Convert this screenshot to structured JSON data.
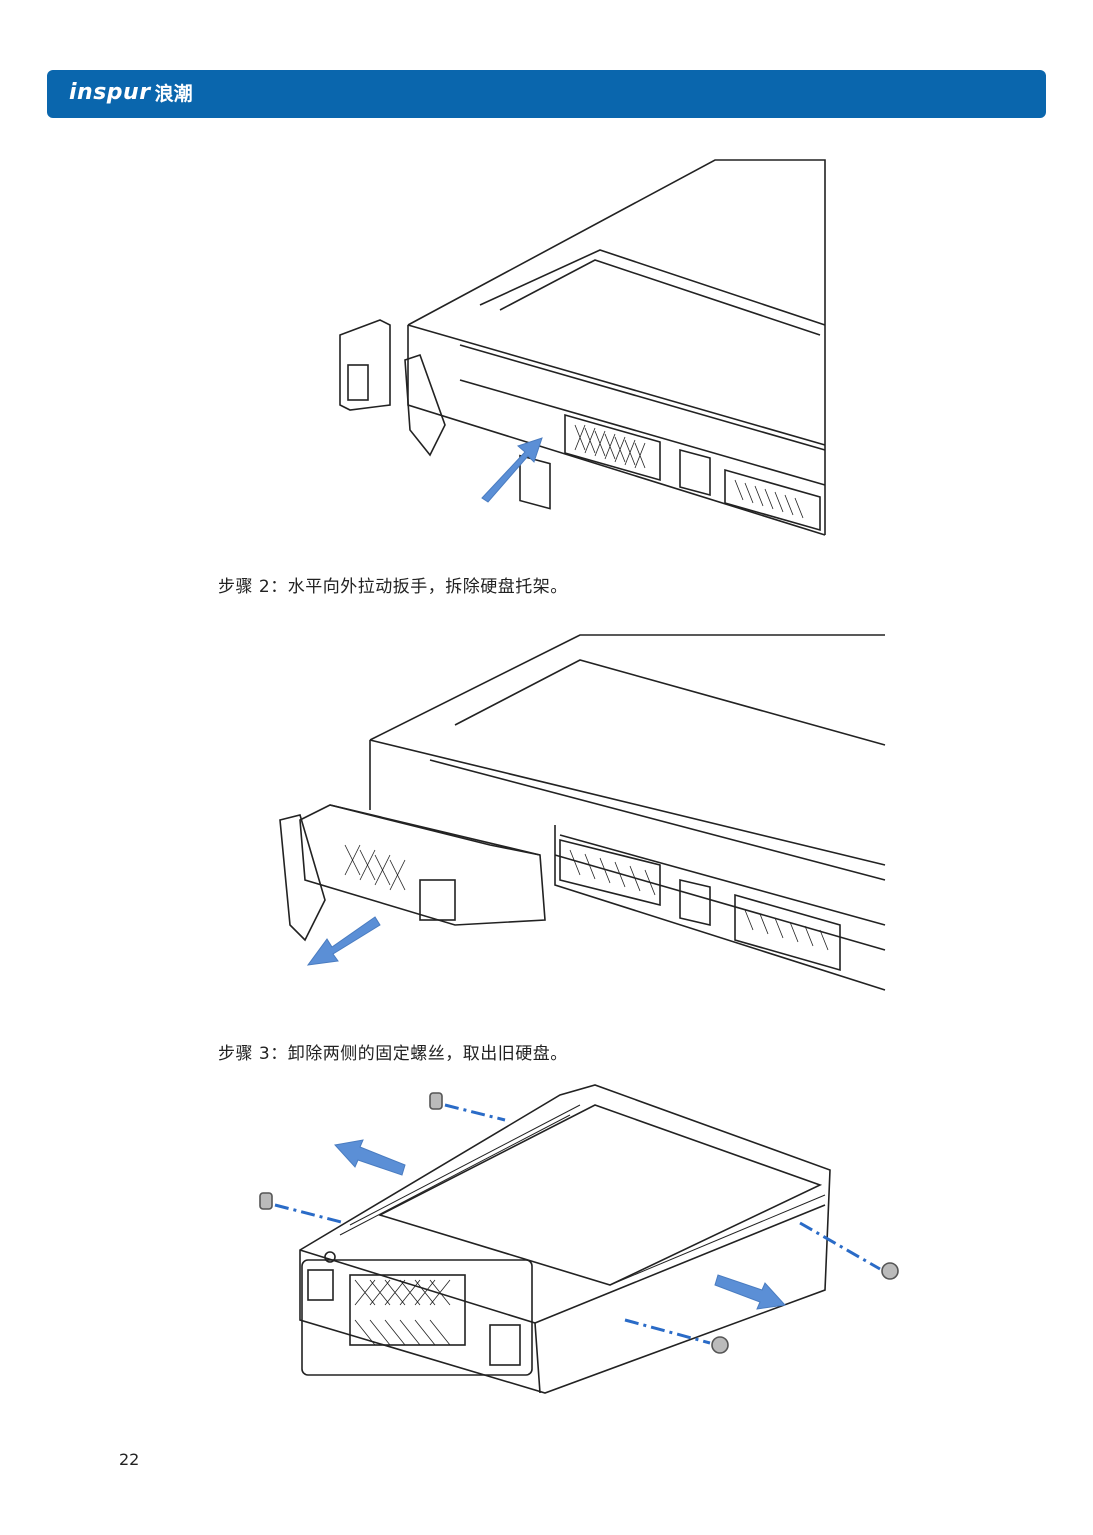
{
  "header": {
    "brand_latin": "inspur",
    "brand_cjk": "浪潮",
    "accent_color": "#0a66ad"
  },
  "steps": [
    "步骤 2：水平向外拉动扳手，拆除硬盘托架。",
    "步骤 3：卸除两侧的固定螺丝，取出旧硬盘。"
  ],
  "illustrations": [
    {
      "icon": "server-press-latch-illustration",
      "arrow_color": "#5b8fd6"
    },
    {
      "icon": "server-pull-tray-illustration",
      "arrow_color": "#5b8fd6"
    },
    {
      "icon": "drive-tray-screws-illustration",
      "arrow_color": "#5b8fd6"
    }
  ],
  "footer": {
    "page_number": "22"
  }
}
